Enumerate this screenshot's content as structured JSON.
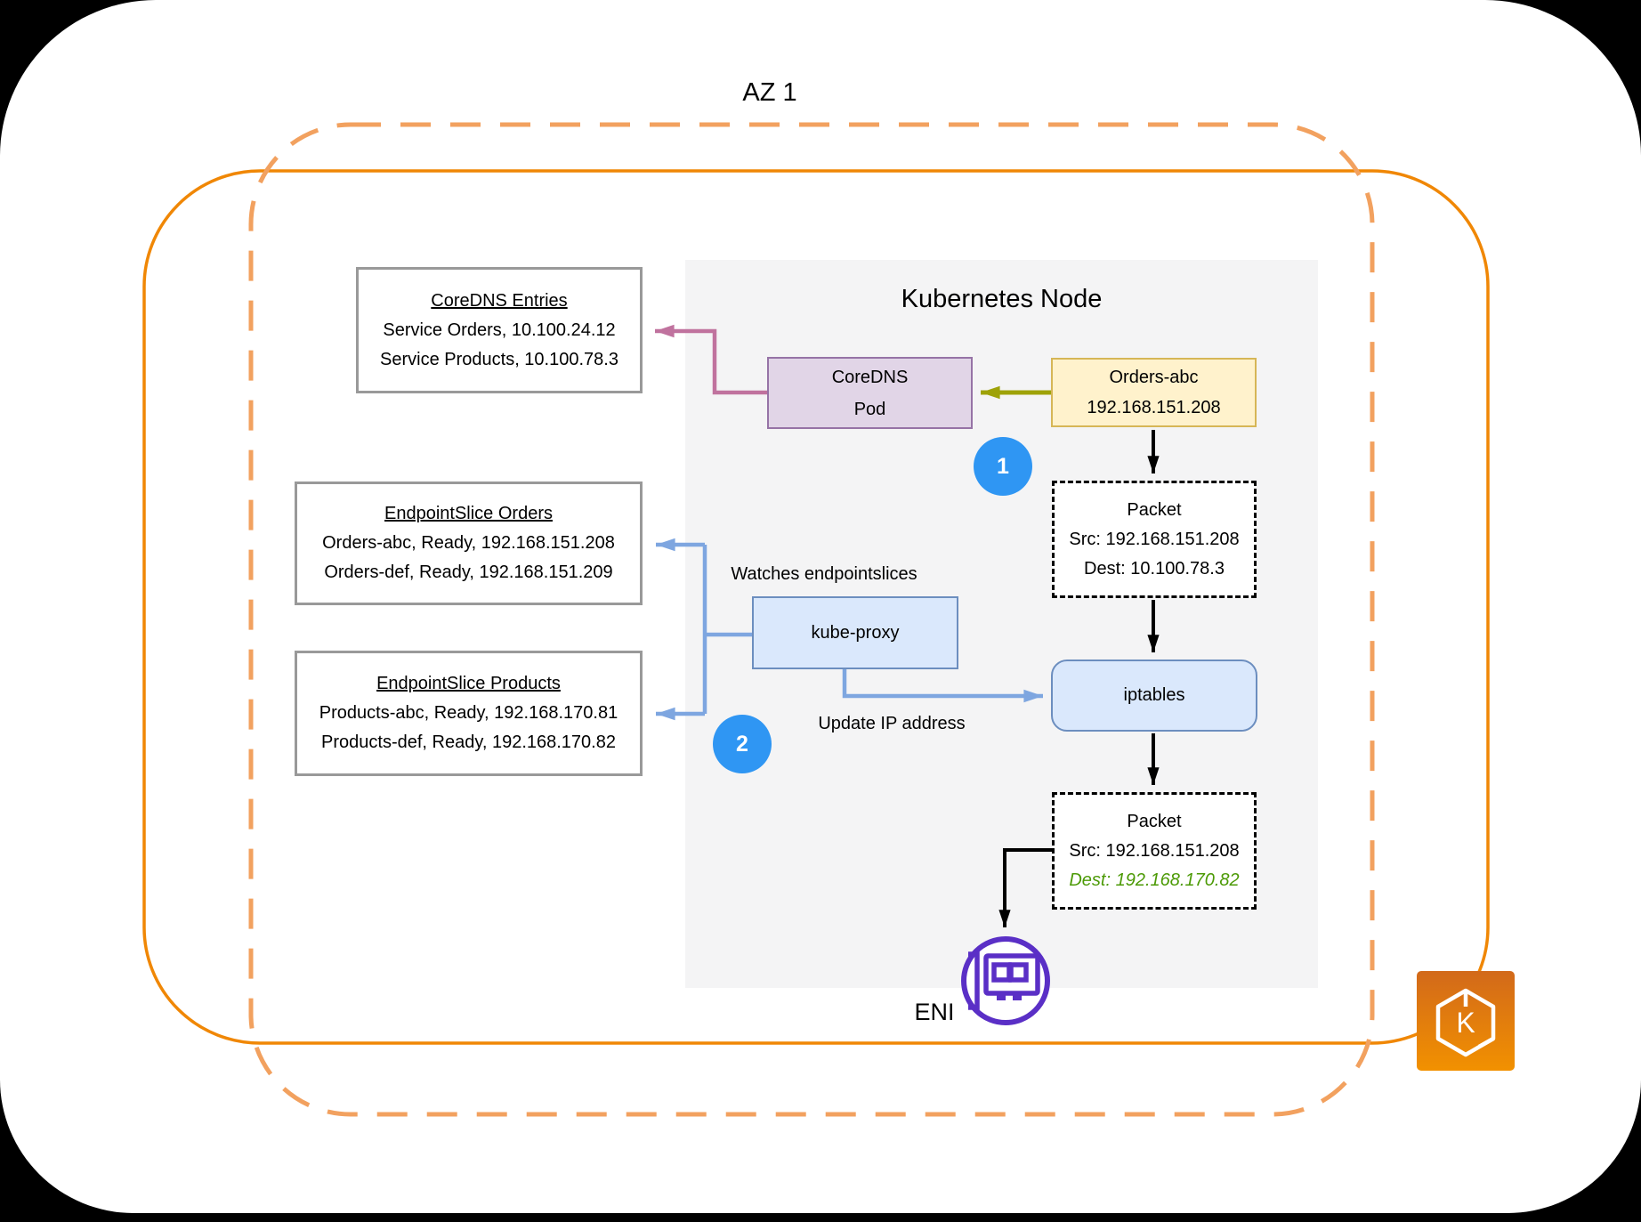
{
  "az_label": "AZ 1",
  "node": {
    "title": "Kubernetes Node"
  },
  "coredns_entries": {
    "title": "CoreDNS Entries",
    "lines": [
      "Service Orders, 10.100.24.12",
      "Service Products, 10.100.78.3"
    ]
  },
  "endpointslice_orders": {
    "title": "EndpointSlice Orders",
    "lines": [
      "Orders-abc, Ready, 192.168.151.208",
      "Orders-def, Ready, 192.168.151.209"
    ]
  },
  "endpointslice_products": {
    "title": "EndpointSlice Products",
    "lines": [
      "Products-abc, Ready, 192.168.170.81",
      "Products-def, Ready, 192.168.170.82"
    ]
  },
  "coredns_pod": {
    "lines": [
      "CoreDNS",
      "Pod"
    ]
  },
  "orders_pod": {
    "lines": [
      "Orders-abc",
      "192.168.151.208"
    ]
  },
  "packet_before": {
    "title": "Packet",
    "src": "Src: 192.168.151.208",
    "dest": "Dest: 10.100.78.3"
  },
  "packet_after": {
    "title": "Packet",
    "src": "Src: 192.168.151.208",
    "dest": "Dest: 192.168.170.82"
  },
  "kube_proxy": {
    "label": "kube-proxy"
  },
  "iptables": {
    "label": "iptables"
  },
  "labels": {
    "watches": "Watches endpointslices",
    "update": "Update IP address",
    "eni": "ENI"
  },
  "steps": [
    {
      "number": "1"
    },
    {
      "number": "2"
    }
  ],
  "eks_icon": {
    "letter": "K"
  },
  "colors": {
    "az_boundary_dashed": "#F2A15F",
    "vpc_boundary_solid": "#F08705",
    "node_background": "#F4F4F5",
    "step_badge_blue": "#2F96F3",
    "coredns_pod_fill": "#E1D5E7",
    "coredns_pod_border": "#9673A6",
    "orders_pod_fill": "#FFF2CC",
    "orders_pod_border": "#D6B656",
    "blue_box_fill": "#DAE8FC",
    "blue_box_border": "#6C8EBF",
    "arrow_pink": "#C0729E",
    "arrow_olive": "#9EA209",
    "arrow_blue": "#7EA6E0",
    "dest_highlight_green": "#4C9A06",
    "eni_purple": "#5A2FC6",
    "eks_gradient_top": "#D2691A",
    "eks_gradient_bottom": "#F29100"
  }
}
